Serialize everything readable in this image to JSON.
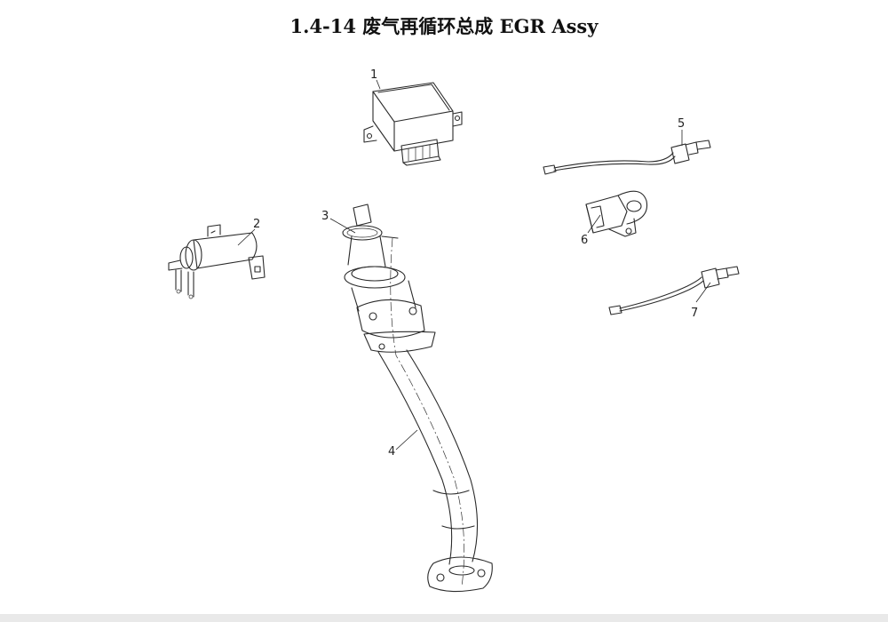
{
  "page": {
    "title": "1.4-14 废气再循环总成  EGR Assy"
  },
  "callouts": [
    {
      "id": "1",
      "label": "1"
    },
    {
      "id": "2",
      "label": "2"
    },
    {
      "id": "3",
      "label": "3"
    },
    {
      "id": "4",
      "label": "4"
    },
    {
      "id": "5",
      "label": "5"
    },
    {
      "id": "6",
      "label": "6"
    },
    {
      "id": "7",
      "label": "7"
    }
  ]
}
